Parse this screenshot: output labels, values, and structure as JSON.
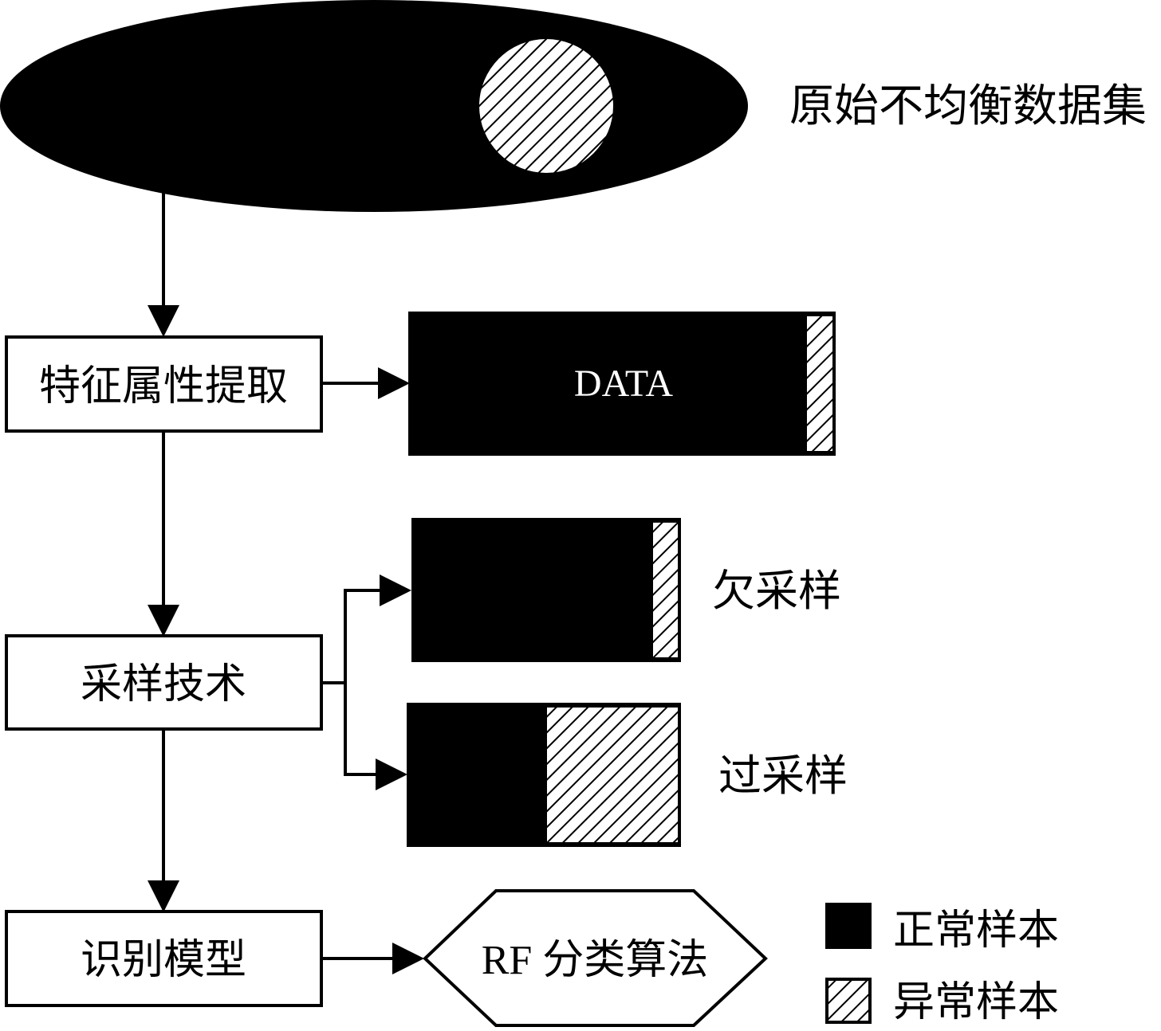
{
  "dataset": {
    "label": "原始不均衡数据集"
  },
  "steps": {
    "feature_extraction": "特征属性提取",
    "sampling": "采样技术",
    "recognition_model": "识别模型"
  },
  "data_block": {
    "label": "DATA",
    "anomaly_fraction": 0.07
  },
  "undersampling": {
    "label": "欠采样",
    "anomaly_fraction": 0.1
  },
  "oversampling": {
    "label": "过采样",
    "anomaly_fraction": 0.49
  },
  "classifier": {
    "label": "RF 分类算法"
  },
  "legend": {
    "normal": "正常样本",
    "abnormal": "异常样本"
  },
  "colors": {
    "normal": "#000000",
    "abnormal_hatch": "#000000",
    "background": "#ffffff"
  }
}
